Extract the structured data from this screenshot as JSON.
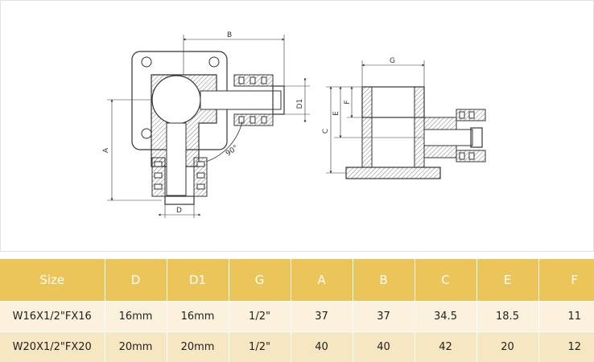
{
  "drawing": {
    "front_view": {
      "dim_labels": {
        "B": "B",
        "D1": "D1",
        "A": "A",
        "D": "D",
        "angle": "90°"
      }
    },
    "side_view": {
      "dim_labels": {
        "G": "G",
        "F": "F",
        "E": "E",
        "C": "C"
      }
    }
  },
  "table": {
    "headers": [
      "Size",
      "D",
      "D1",
      "G",
      "A",
      "B",
      "C",
      "E",
      "F"
    ],
    "rows": [
      [
        "W16X1/2\"FX16",
        "16mm",
        "16mm",
        "1/2\"",
        "37",
        "37",
        "34.5",
        "18.5",
        "11"
      ],
      [
        "W20X1/2\"FX20",
        "20mm",
        "20mm",
        "1/2\"",
        "40",
        "40",
        "42",
        "20",
        "12"
      ]
    ]
  },
  "colors": {
    "header_bg": "#ebc45a",
    "row_odd": "#fbf1dd",
    "row_even": "#f7e6c2",
    "line": "#333333"
  }
}
